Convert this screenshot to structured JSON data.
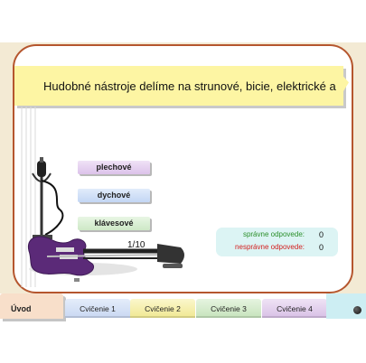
{
  "question": {
    "text": "Hudobné nástroje delíme na strunové, bicie, elektrické a"
  },
  "answers": [
    {
      "label": "plechové"
    },
    {
      "label": "dychové"
    },
    {
      "label": "klávesové"
    }
  ],
  "progress": {
    "text": "1/10"
  },
  "score": {
    "correct_label": "správne odpovede:",
    "correct_value": "0",
    "wrong_label": "nesprávne odpovede:",
    "wrong_value": "0"
  },
  "tabs": [
    {
      "label": "Úvod",
      "active": true
    },
    {
      "label": "Cvičenie 1"
    },
    {
      "label": "Cvičenie 2"
    },
    {
      "label": "Cvičenie 3"
    },
    {
      "label": "Cvičenie 4"
    }
  ],
  "icons": {
    "illustration": "electric-guitar-microphone-icon",
    "end_button": "dot-icon"
  },
  "colors": {
    "frame_border": "#b5562e",
    "question_bg": "#fdf5a3",
    "guitar": "#5b2a78",
    "correct": "#2b8f2b",
    "wrong": "#d32020"
  }
}
